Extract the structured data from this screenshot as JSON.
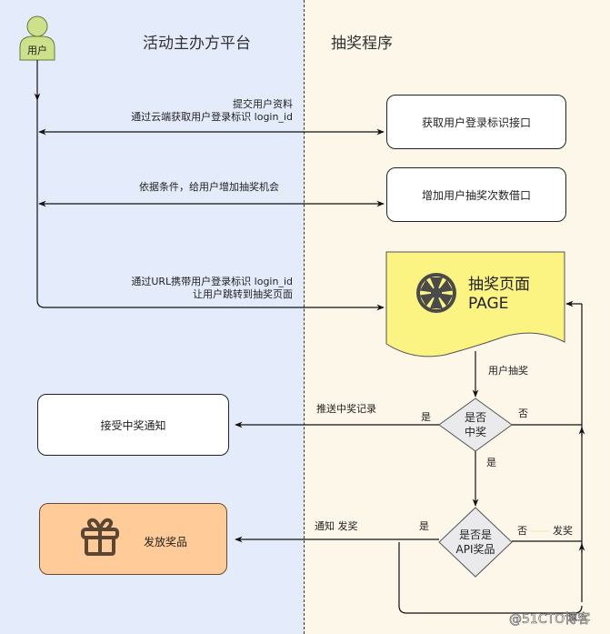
{
  "lanes": {
    "left_title": "活动主办方平台",
    "right_title": "抽奖程序"
  },
  "actor": {
    "label": "用户",
    "icon": "user-icon"
  },
  "edges": {
    "submit_info_line1": "提交用户资料",
    "submit_info_line2": "通过云端获取用户登录标识 login_id",
    "add_chance": "依据条件，给用户增加抽奖机会",
    "redirect_line1": "通过URL携带用户登录标识 login_id",
    "redirect_line2": "让用户跳转到抽奖页面",
    "user_draw": "用户抽奖",
    "push_record": "推送中奖记录",
    "win_yes": "是",
    "win_no": "否",
    "win_yes_down": "是",
    "notify_award": "通知  发奖",
    "api_yes": "是",
    "api_no": "否",
    "api_no_award": "发奖"
  },
  "nodes": {
    "get_login_api": "获取用户登录标识接口",
    "add_count_api": "增加用户抽奖次数借口",
    "lottery_page_line1": "抽奖页面",
    "lottery_page_line2": "PAGE",
    "receive_notice": "接受中奖通知",
    "is_win_line1": "是否",
    "is_win_line2": "中奖",
    "is_api_line1": "是否是",
    "is_api_line2": "API奖品",
    "issue_prize": "发放奖品"
  },
  "colors": {
    "left_lane": "#e4ecfb",
    "right_lane": "#fdf7ea",
    "actor_fill": "#cde08a",
    "page_fill": "#fbf382",
    "prize_fill": "#ffcc99",
    "diamond_fill": "#eaeaec"
  },
  "watermark": "@51CTO博客"
}
